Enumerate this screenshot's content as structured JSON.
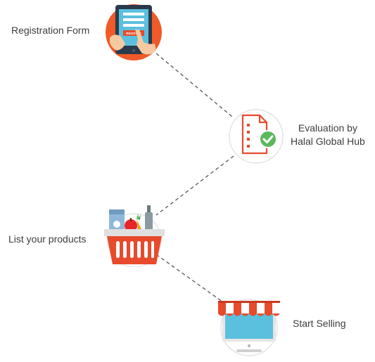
{
  "flow": {
    "steps": [
      {
        "id": "registration",
        "label_lines": [
          "Registration Form"
        ],
        "icon": "registration-tablet-icon",
        "tablet_button_text": "REGISTER"
      },
      {
        "id": "evaluation",
        "label_lines": [
          "Evaluation by",
          "Halal Global Hub"
        ],
        "icon": "evaluation-checklist-icon"
      },
      {
        "id": "list-products",
        "label_lines": [
          "List your products"
        ],
        "icon": "grocery-basket-icon"
      },
      {
        "id": "start-selling",
        "label_lines": [
          "Start Selling"
        ],
        "icon": "storefront-monitor-icon"
      }
    ]
  },
  "colors": {
    "accent_orange": "#F05A28",
    "accent_red": "#E84A2C",
    "check_green": "#5CB85C",
    "screen_teal": "#5BC0DE",
    "connector": "#555555",
    "circle_border": "#E3E3E3"
  }
}
